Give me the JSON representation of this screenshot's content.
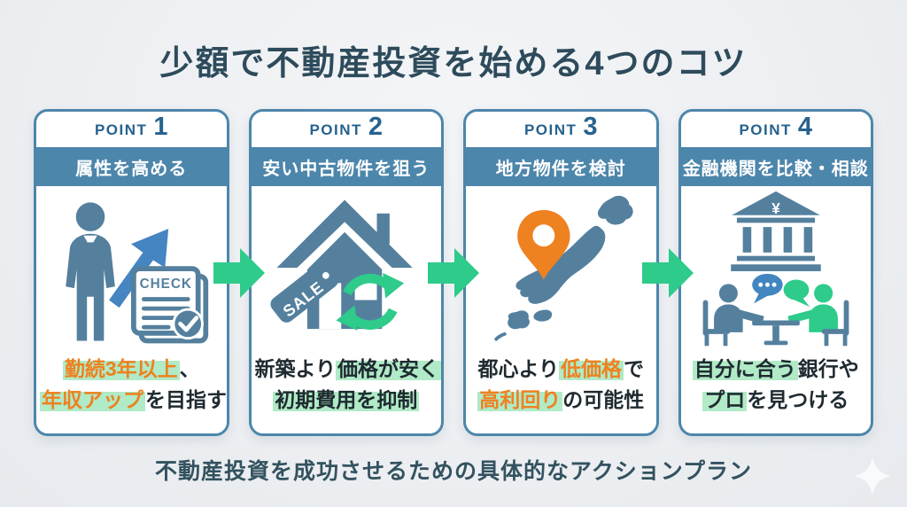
{
  "title": "少額で不動産投資を始める4つのコツ",
  "footer": "不動産投資を成功させるための具体的なアクションプラン",
  "colors": {
    "card_blue": "#4d86ab",
    "icon_blue": "#54809e",
    "arrow_green": "#2ecb8a",
    "highlight_green": "#b0eac6",
    "accent_orange": "#ee8120",
    "title_color": "#2e4b5c",
    "bubble_blue": "#4286c0"
  },
  "icon_texts": {
    "check_label": "CHECK",
    "sale_label": "SALE",
    "yen_symbol": "¥"
  },
  "points": [
    {
      "label": "POINT",
      "number": "1",
      "heading": "属性を高める",
      "icon": "businessman-growth-check-icon",
      "lines": [
        [
          {
            "t": "勤続3年以上",
            "h": true,
            "o": true
          },
          {
            "t": "、",
            "h": false,
            "o": false
          }
        ],
        [
          {
            "t": "年収アップ",
            "h": true,
            "o": true
          },
          {
            "t": "を目指す",
            "h": false,
            "o": false
          }
        ]
      ]
    },
    {
      "label": "POINT",
      "number": "2",
      "heading": "安い中古物件を狙う",
      "icon": "house-sale-recycle-icon",
      "lines": [
        [
          {
            "t": "新築より",
            "h": false,
            "o": false
          },
          {
            "t": "価格が安く",
            "h": true,
            "o": false
          }
        ],
        [
          {
            "t": "初期費用を抑制",
            "h": true,
            "o": false
          }
        ]
      ]
    },
    {
      "label": "POINT",
      "number": "3",
      "heading": "地方物件を検討",
      "icon": "japan-map-pin-icon",
      "lines": [
        [
          {
            "t": "都心より",
            "h": false,
            "o": false
          },
          {
            "t": "低価格",
            "h": true,
            "o": true
          },
          {
            "t": "で",
            "h": false,
            "o": false
          }
        ],
        [
          {
            "t": "高利回り",
            "h": true,
            "o": true
          },
          {
            "t": "の可能性",
            "h": false,
            "o": false
          }
        ]
      ]
    },
    {
      "label": "POINT",
      "number": "4",
      "heading": "金融機関を比較・相談",
      "icon": "bank-consultation-icon",
      "lines": [
        [
          {
            "t": "自分に合う",
            "h": true,
            "o": false
          },
          {
            "t": "銀行や",
            "h": false,
            "o": false
          }
        ],
        [
          {
            "t": "プロ",
            "h": true,
            "o": false
          },
          {
            "t": "を見つける",
            "h": false,
            "o": false
          }
        ]
      ]
    }
  ]
}
